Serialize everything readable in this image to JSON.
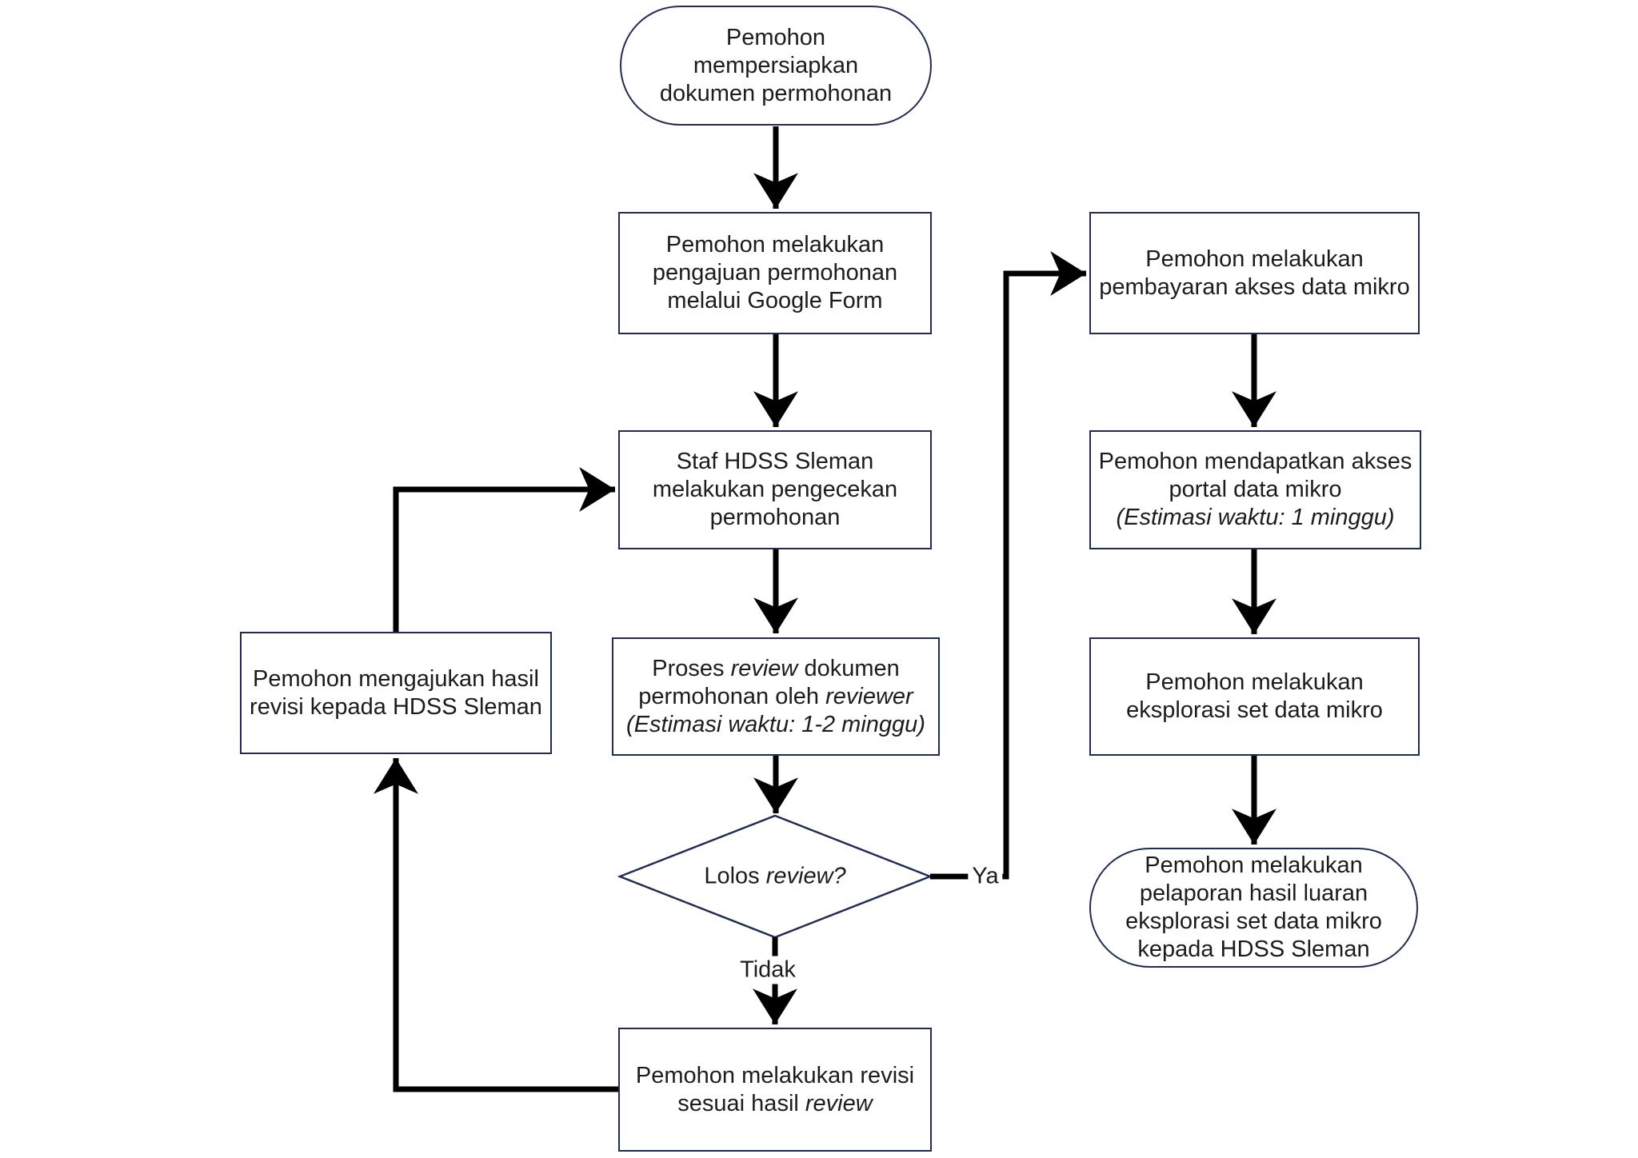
{
  "diagram": {
    "colors": {
      "background": "#ffffff",
      "shape_border": "#202c54",
      "shape_fill": "#ffffff",
      "arrow": "#000000",
      "text": "#1c1c1c"
    },
    "nodes": {
      "start": {
        "type": "terminator",
        "lines": [
          [
            {
              "t": "Pemohon"
            }
          ],
          [
            {
              "t": "mempersiapkan"
            }
          ],
          [
            {
              "t": "dokumen permohonan"
            }
          ]
        ]
      },
      "pengajuan": {
        "type": "process",
        "lines": [
          [
            {
              "t": "Pemohon melakukan"
            }
          ],
          [
            {
              "t": "pengajuan permohonan"
            }
          ],
          [
            {
              "t": "melalui Google Form"
            }
          ]
        ]
      },
      "pengecekan": {
        "type": "process",
        "lines": [
          [
            {
              "t": "Staf HDSS Sleman"
            }
          ],
          [
            {
              "t": "melakukan pengecekan"
            }
          ],
          [
            {
              "t": "permohonan"
            }
          ]
        ]
      },
      "review": {
        "type": "process",
        "lines": [
          [
            {
              "t": "Proses "
            },
            {
              "t": "review",
              "i": true
            },
            {
              "t": " dokumen"
            }
          ],
          [
            {
              "t": "permohonan oleh "
            },
            {
              "t": "reviewer",
              "i": true
            }
          ],
          [
            {
              "t": "(Estimasi waktu: 1-2 minggu)",
              "i": true
            }
          ]
        ]
      },
      "decision": {
        "type": "decision",
        "lines": [
          [
            {
              "t": "Lolos "
            },
            {
              "t": "review?",
              "i": true
            }
          ]
        ]
      },
      "revisi": {
        "type": "process",
        "lines": [
          [
            {
              "t": "Pemohon melakukan revisi"
            }
          ],
          [
            {
              "t": "sesuai hasil "
            },
            {
              "t": "review",
              "i": true
            }
          ]
        ]
      },
      "mengajukan": {
        "type": "process",
        "lines": [
          [
            {
              "t": "Pemohon mengajukan hasil"
            }
          ],
          [
            {
              "t": "revisi kepada HDSS Sleman"
            }
          ]
        ]
      },
      "pembayaran": {
        "type": "process",
        "lines": [
          [
            {
              "t": "Pemohon melakukan"
            }
          ],
          [
            {
              "t": "pembayaran akses data mikro"
            }
          ]
        ]
      },
      "portal": {
        "type": "process",
        "lines": [
          [
            {
              "t": "Pemohon mendapatkan akses"
            }
          ],
          [
            {
              "t": "portal data mikro"
            }
          ],
          [
            {
              "t": "(Estimasi waktu: 1 minggu)",
              "i": true
            }
          ]
        ]
      },
      "eksplorasi": {
        "type": "process",
        "lines": [
          [
            {
              "t": "Pemohon melakukan"
            }
          ],
          [
            {
              "t": "eksplorasi set data mikro"
            }
          ]
        ]
      },
      "pelaporan": {
        "type": "terminator",
        "lines": [
          [
            {
              "t": "Pemohon melakukan"
            }
          ],
          [
            {
              "t": "pelaporan hasil luaran"
            }
          ],
          [
            {
              "t": "eksplorasi set data mikro"
            }
          ],
          [
            {
              "t": "kepada HDSS Sleman"
            }
          ]
        ]
      }
    },
    "edge_labels": {
      "yes": "Ya",
      "no": "Tidak"
    }
  }
}
